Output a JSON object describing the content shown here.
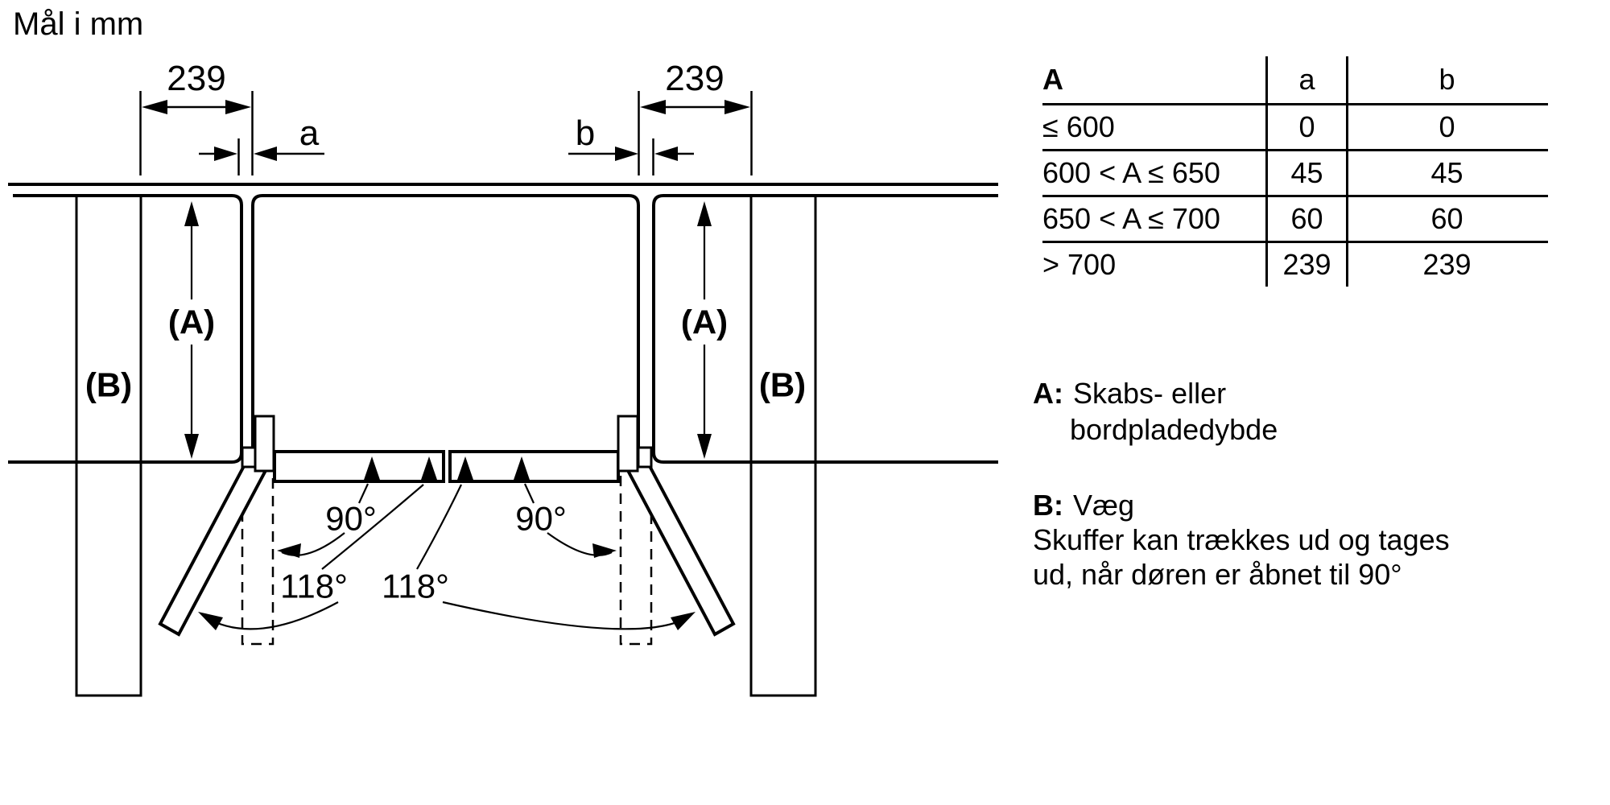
{
  "title": "Mål i mm",
  "diagram": {
    "dim_left": "239",
    "dim_right": "239",
    "gap_a": "a",
    "gap_b": "b",
    "label_A": "(A)",
    "label_B": "(B)",
    "angle_90": "90°",
    "angle_118": "118°",
    "colors": {
      "wall_fill": "#d4d4d4",
      "line": "#000000"
    }
  },
  "table": {
    "header": {
      "col1": "A",
      "col2": "a",
      "col3": "b"
    },
    "rows": [
      {
        "range": "≤ 600",
        "a": "0",
        "b": "0"
      },
      {
        "range": "600 < A ≤ 650",
        "a": "45",
        "b": "45"
      },
      {
        "range": "650 < A ≤ 700",
        "a": "60",
        "b": "60"
      },
      {
        "range": "> 700",
        "a": "239",
        "b": "239"
      }
    ]
  },
  "notes": {
    "a_label": "A:",
    "a_line1": "Skabs- eller",
    "a_line2": "bordpladedybde",
    "b_label": "B:",
    "b_line1": "Væg",
    "b_line2": "Skuffer kan trækkes ud og tages",
    "b_line3": "ud, når døren er åbnet til 90°"
  }
}
